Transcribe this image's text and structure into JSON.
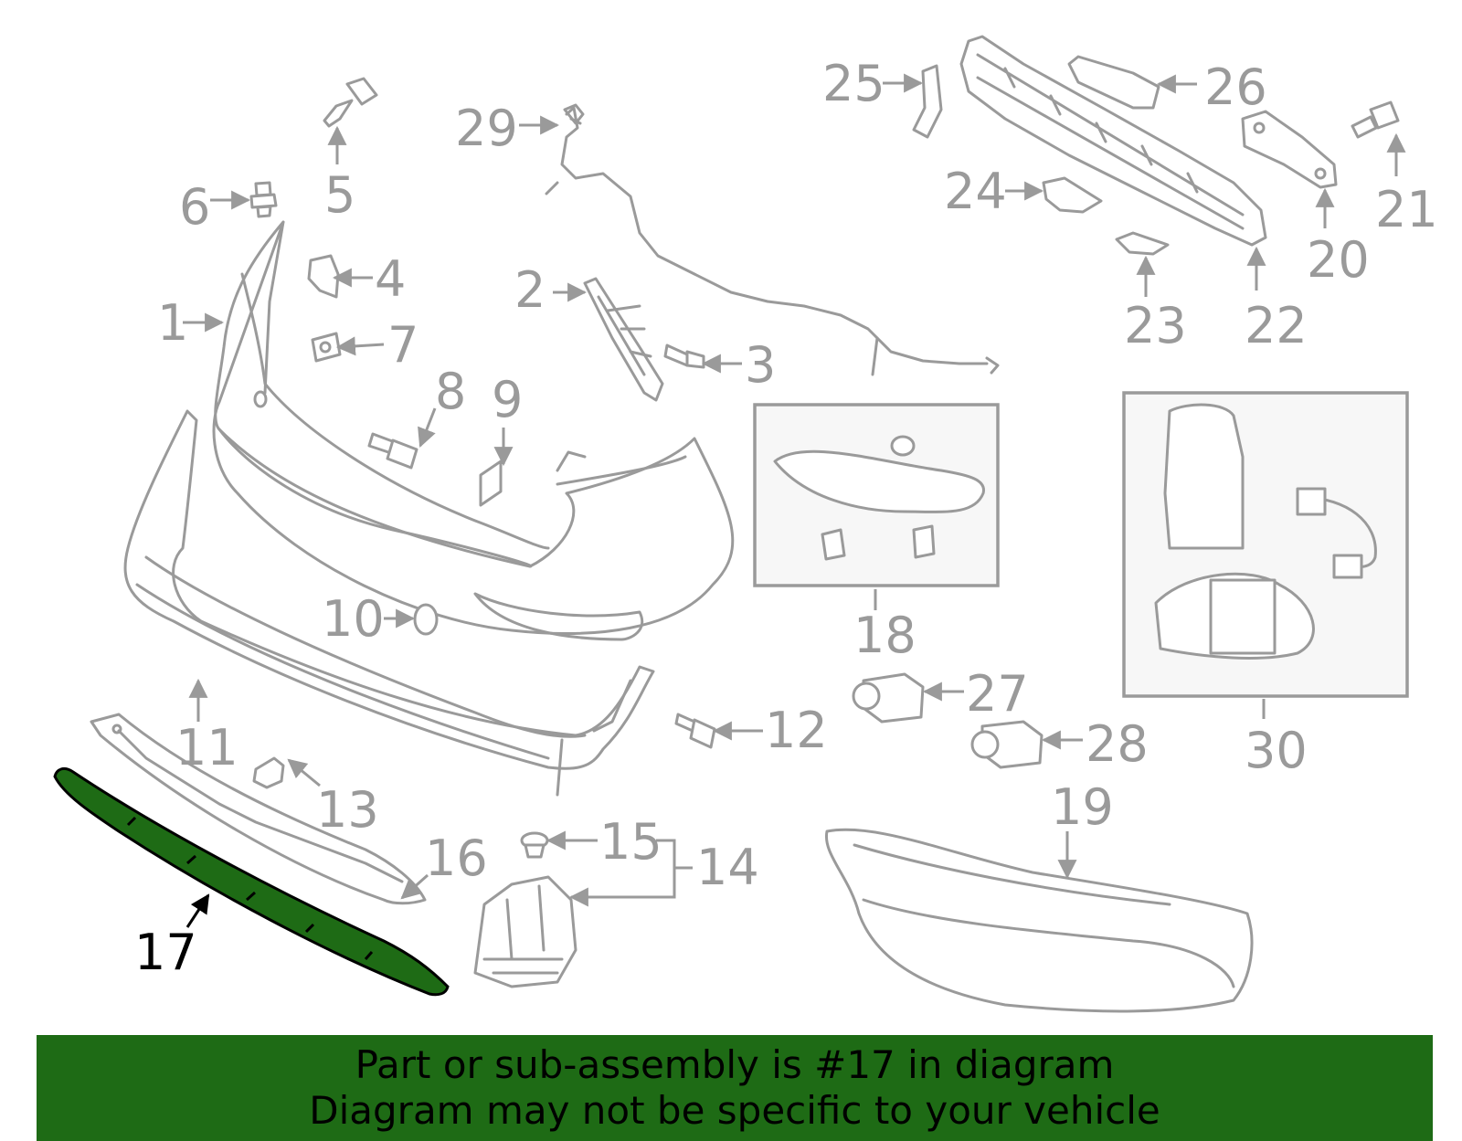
{
  "callouts": [
    {
      "id": "1",
      "text": "1"
    },
    {
      "id": "2",
      "text": "2"
    },
    {
      "id": "3",
      "text": "3"
    },
    {
      "id": "4",
      "text": "4"
    },
    {
      "id": "5",
      "text": "5"
    },
    {
      "id": "6",
      "text": "6"
    },
    {
      "id": "7",
      "text": "7"
    },
    {
      "id": "8",
      "text": "8"
    },
    {
      "id": "9",
      "text": "9"
    },
    {
      "id": "10",
      "text": "10"
    },
    {
      "id": "11",
      "text": "11"
    },
    {
      "id": "12",
      "text": "12"
    },
    {
      "id": "13",
      "text": "13"
    },
    {
      "id": "14",
      "text": "14"
    },
    {
      "id": "15",
      "text": "15"
    },
    {
      "id": "16",
      "text": "16"
    },
    {
      "id": "17",
      "text": "17"
    },
    {
      "id": "18",
      "text": "18"
    },
    {
      "id": "19",
      "text": "19"
    },
    {
      "id": "20",
      "text": "20"
    },
    {
      "id": "21",
      "text": "21"
    },
    {
      "id": "22",
      "text": "22"
    },
    {
      "id": "23",
      "text": "23"
    },
    {
      "id": "24",
      "text": "24"
    },
    {
      "id": "25",
      "text": "25"
    },
    {
      "id": "26",
      "text": "26"
    },
    {
      "id": "27",
      "text": "27"
    },
    {
      "id": "28",
      "text": "28"
    },
    {
      "id": "29",
      "text": "29"
    },
    {
      "id": "30",
      "text": "30"
    }
  ],
  "highlighted_part": "17",
  "colors": {
    "highlight": "#1e6b15",
    "line": "#9a9a9a",
    "banner": "#1e6b15"
  },
  "banner": {
    "line1": "Part or sub-assembly is #17 in diagram",
    "line2": "Diagram may not be specific to your vehicle"
  }
}
